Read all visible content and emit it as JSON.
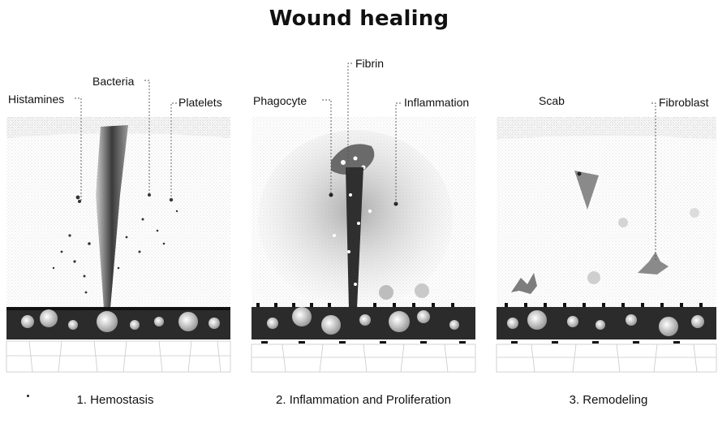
{
  "title": "Wound healing",
  "panels": [
    {
      "caption": "1. Hemostasis",
      "labels": {
        "histamines": "Histamines",
        "bacteria": "Bacteria",
        "platelets": "Platelets"
      }
    },
    {
      "caption": "2. Inflammation and Proliferation",
      "labels": {
        "phagocyte": "Phagocyte",
        "fibrin": "Fibrin",
        "inflammation": "Inflammation"
      }
    },
    {
      "caption": "3. Remodeling",
      "labels": {
        "scab": "Scab",
        "fibroblast": "Fibroblast"
      }
    }
  ],
  "colors": {
    "skin_dots": "#c9c9c9",
    "vessel": "#2b2b2b",
    "cell": "#d9d9d9",
    "wound": "#3a3a3a",
    "label_line": "#555555"
  }
}
